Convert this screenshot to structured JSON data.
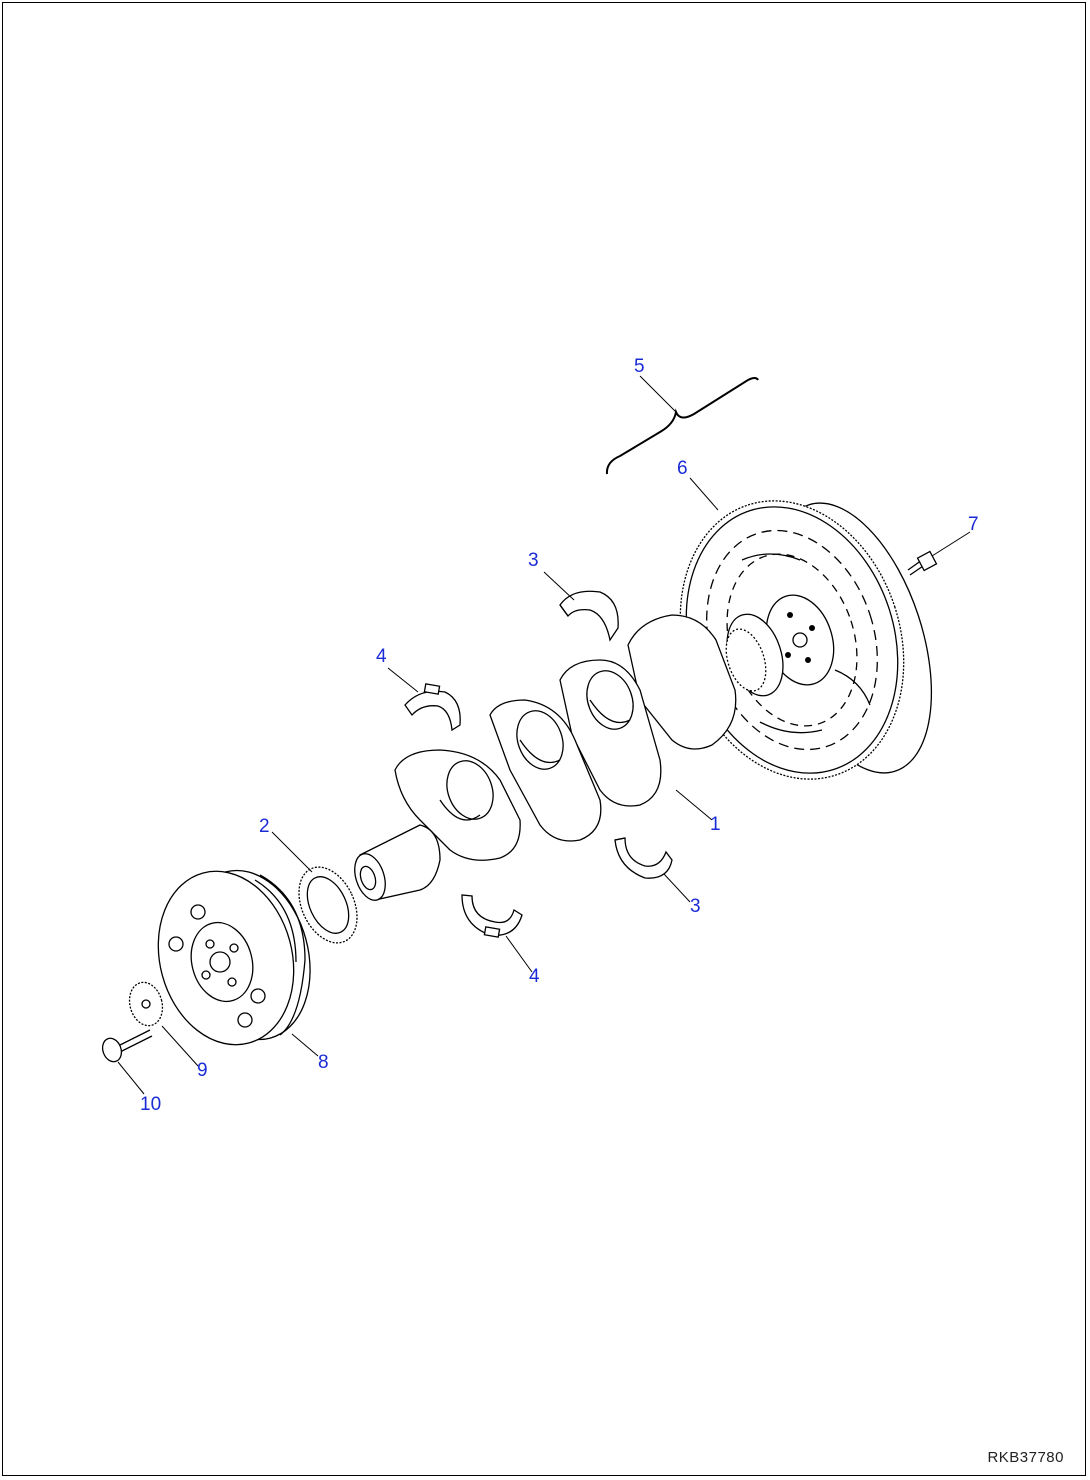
{
  "drawing_code": "RKB37780",
  "callouts": [
    {
      "id": "c1",
      "label": "1"
    },
    {
      "id": "c2",
      "label": "2"
    },
    {
      "id": "c3a",
      "label": "3"
    },
    {
      "id": "c3b",
      "label": "3"
    },
    {
      "id": "c4a",
      "label": "4"
    },
    {
      "id": "c4b",
      "label": "4"
    },
    {
      "id": "c5",
      "label": "5"
    },
    {
      "id": "c6",
      "label": "6"
    },
    {
      "id": "c7",
      "label": "7"
    },
    {
      "id": "c8",
      "label": "8"
    },
    {
      "id": "c9",
      "label": "9"
    },
    {
      "id": "c10",
      "label": "10"
    }
  ],
  "colors": {
    "callout": "#1a2bd6",
    "line": "#000000",
    "background": "#ffffff"
  }
}
